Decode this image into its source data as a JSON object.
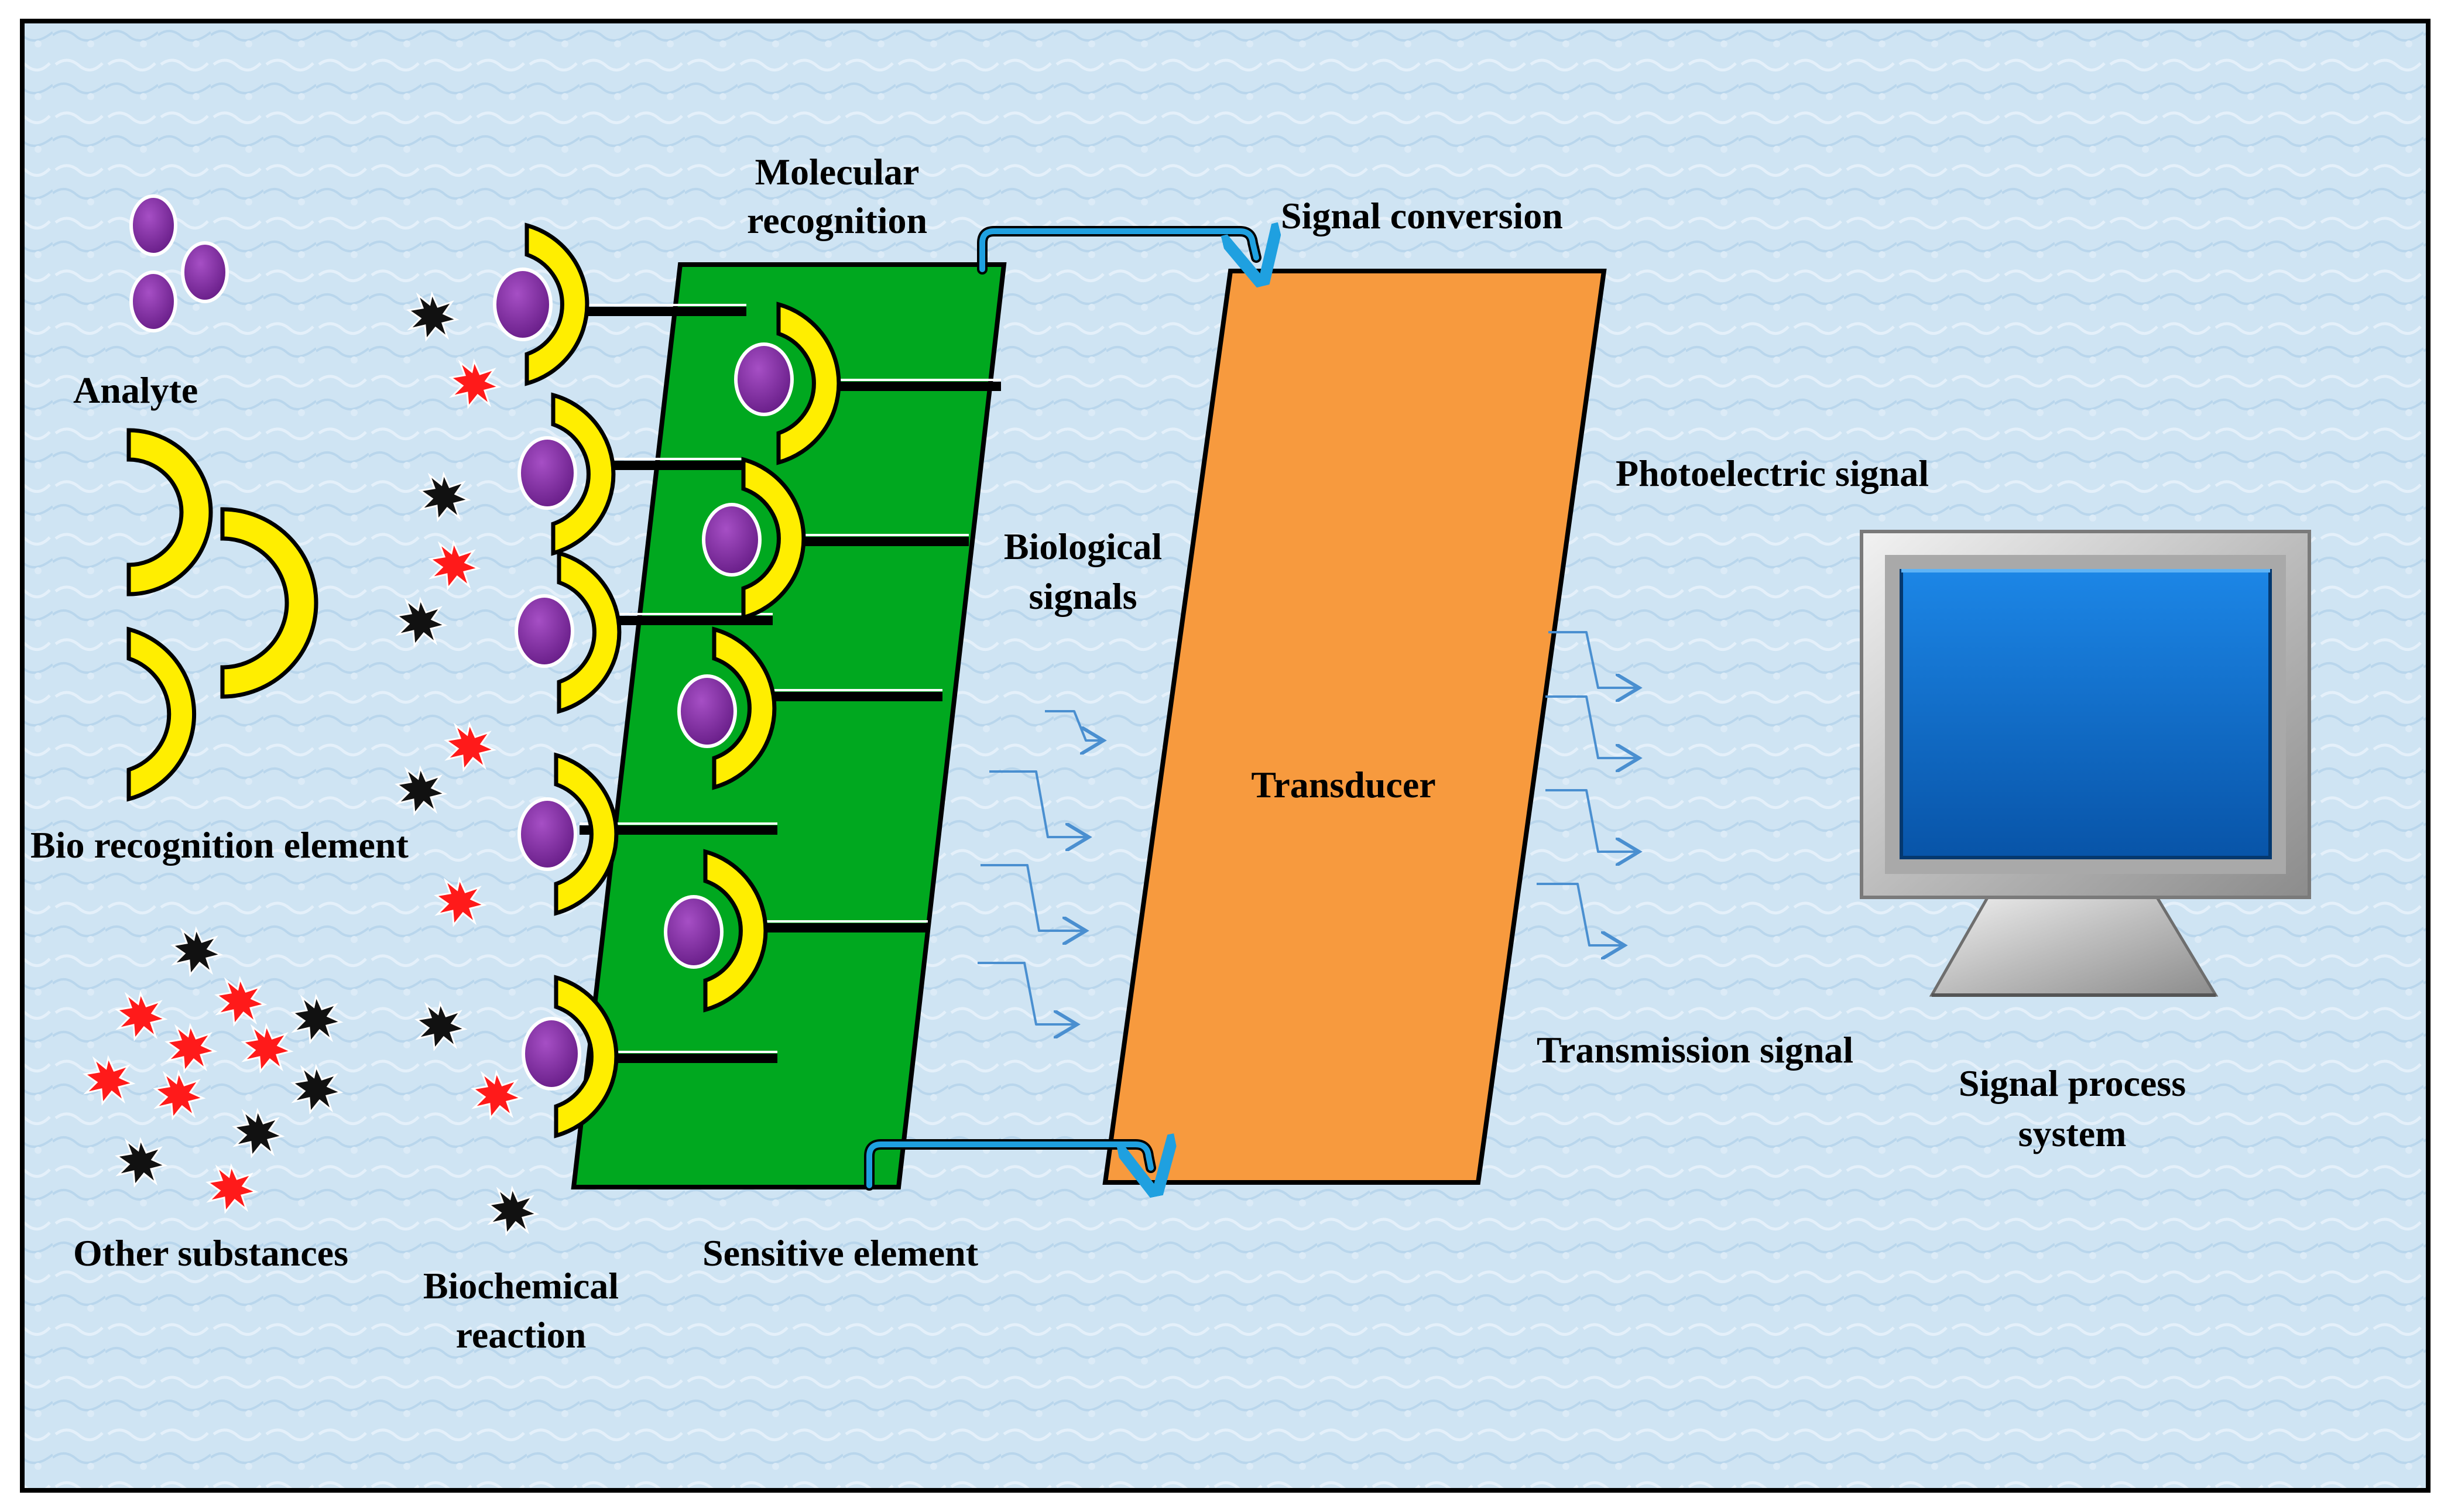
{
  "labels": {
    "molecular_recognition_1": "Molecular",
    "molecular_recognition_2": "recognition",
    "signal_conversion": "Signal conversion",
    "analyte": "Analyte",
    "photoelectric_signal": "Photoelectric signal",
    "biological_signals_1": "Biological",
    "biological_signals_2": "signals",
    "transducer": "Transducer",
    "bio_recognition_element": "Bio recognition element",
    "transmission_signal": "Transmission signal",
    "signal_process_system_1": "Signal process",
    "signal_process_system_2": "system",
    "other_substances": "Other substances",
    "biochemical_reaction_1": "Biochemical",
    "biochemical_reaction_2": "reaction",
    "sensitive_element": "Sensitive element"
  },
  "colors": {
    "background": "#cfe4f3",
    "frame": "#000000",
    "sensitive_element": "#00a81f",
    "transducer": "#f79a3e",
    "receptor": "#ffee00",
    "analyte": "#7a2a9a",
    "reaction_red": "#ff1a1a",
    "reaction_black": "#111111",
    "connector_arrow": "#1fa0e0",
    "signal_arrow": "#4a8fd0",
    "monitor_screen": "#0a66c8",
    "monitor_frame": "#c8c8c8"
  }
}
